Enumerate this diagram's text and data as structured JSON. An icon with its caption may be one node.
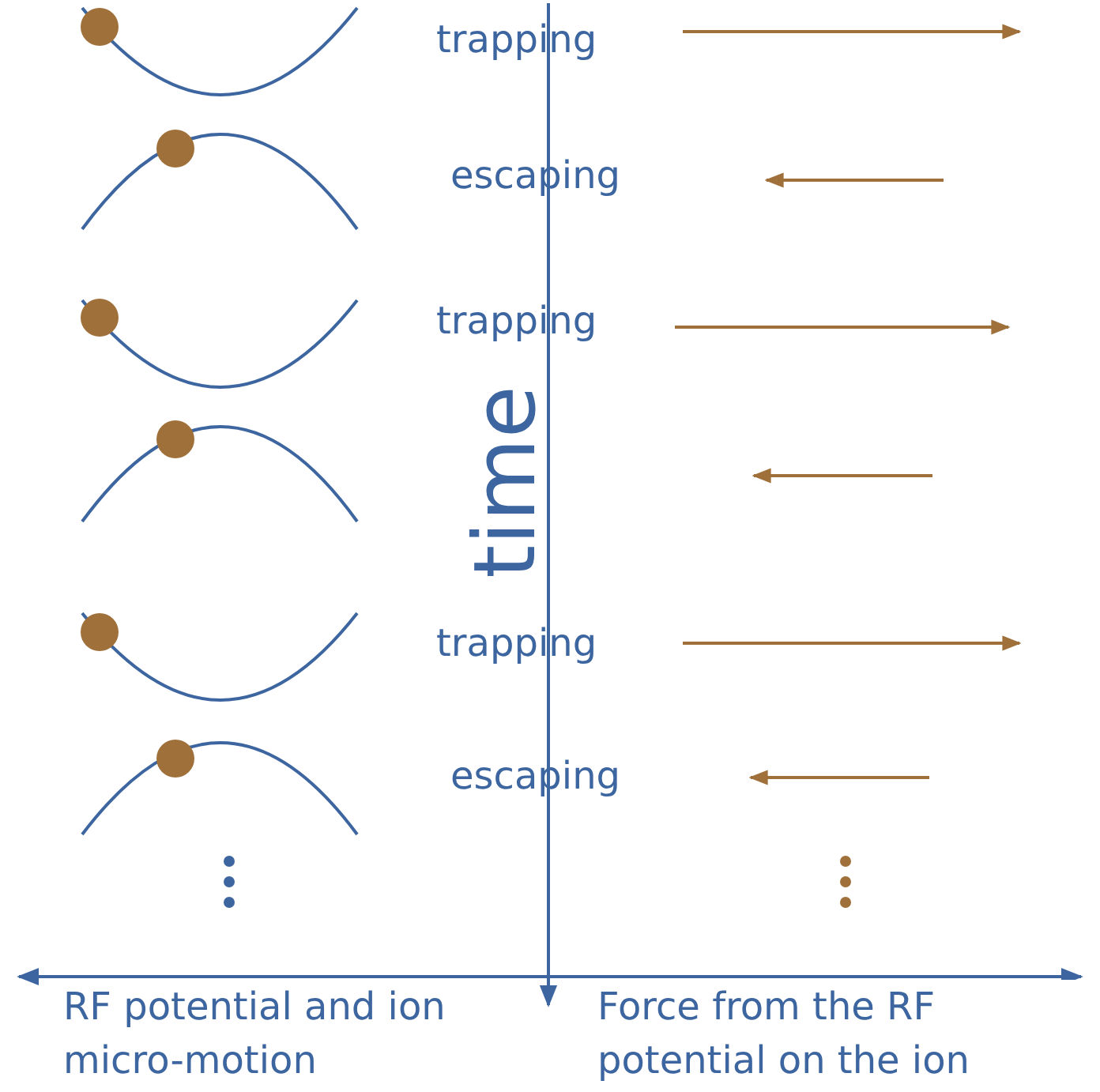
{
  "diagram": {
    "labels": [
      "trapping",
      "escaping",
      "trapping",
      "trapping",
      "escaping",
      "time",
      "RF potential and ion micro-motion",
      "Force from the RF potential on the ion"
    ]
  }
}
